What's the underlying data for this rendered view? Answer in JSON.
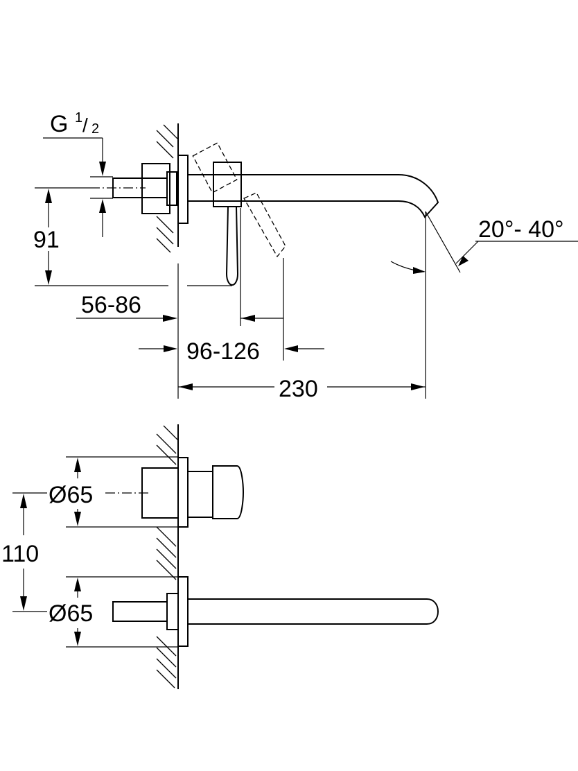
{
  "side_view": {
    "thread_label": "G",
    "thread_sup": "1",
    "thread_sub": "2",
    "dim_height": "91",
    "dim_depth": "56-86",
    "dim_lever": "96-126",
    "dim_length": "230",
    "dim_angle": "20°- 40°"
  },
  "front_view": {
    "dim_diameter_top": "Ø65",
    "dim_diameter_bottom": "Ø65",
    "dim_spacing": "110"
  }
}
